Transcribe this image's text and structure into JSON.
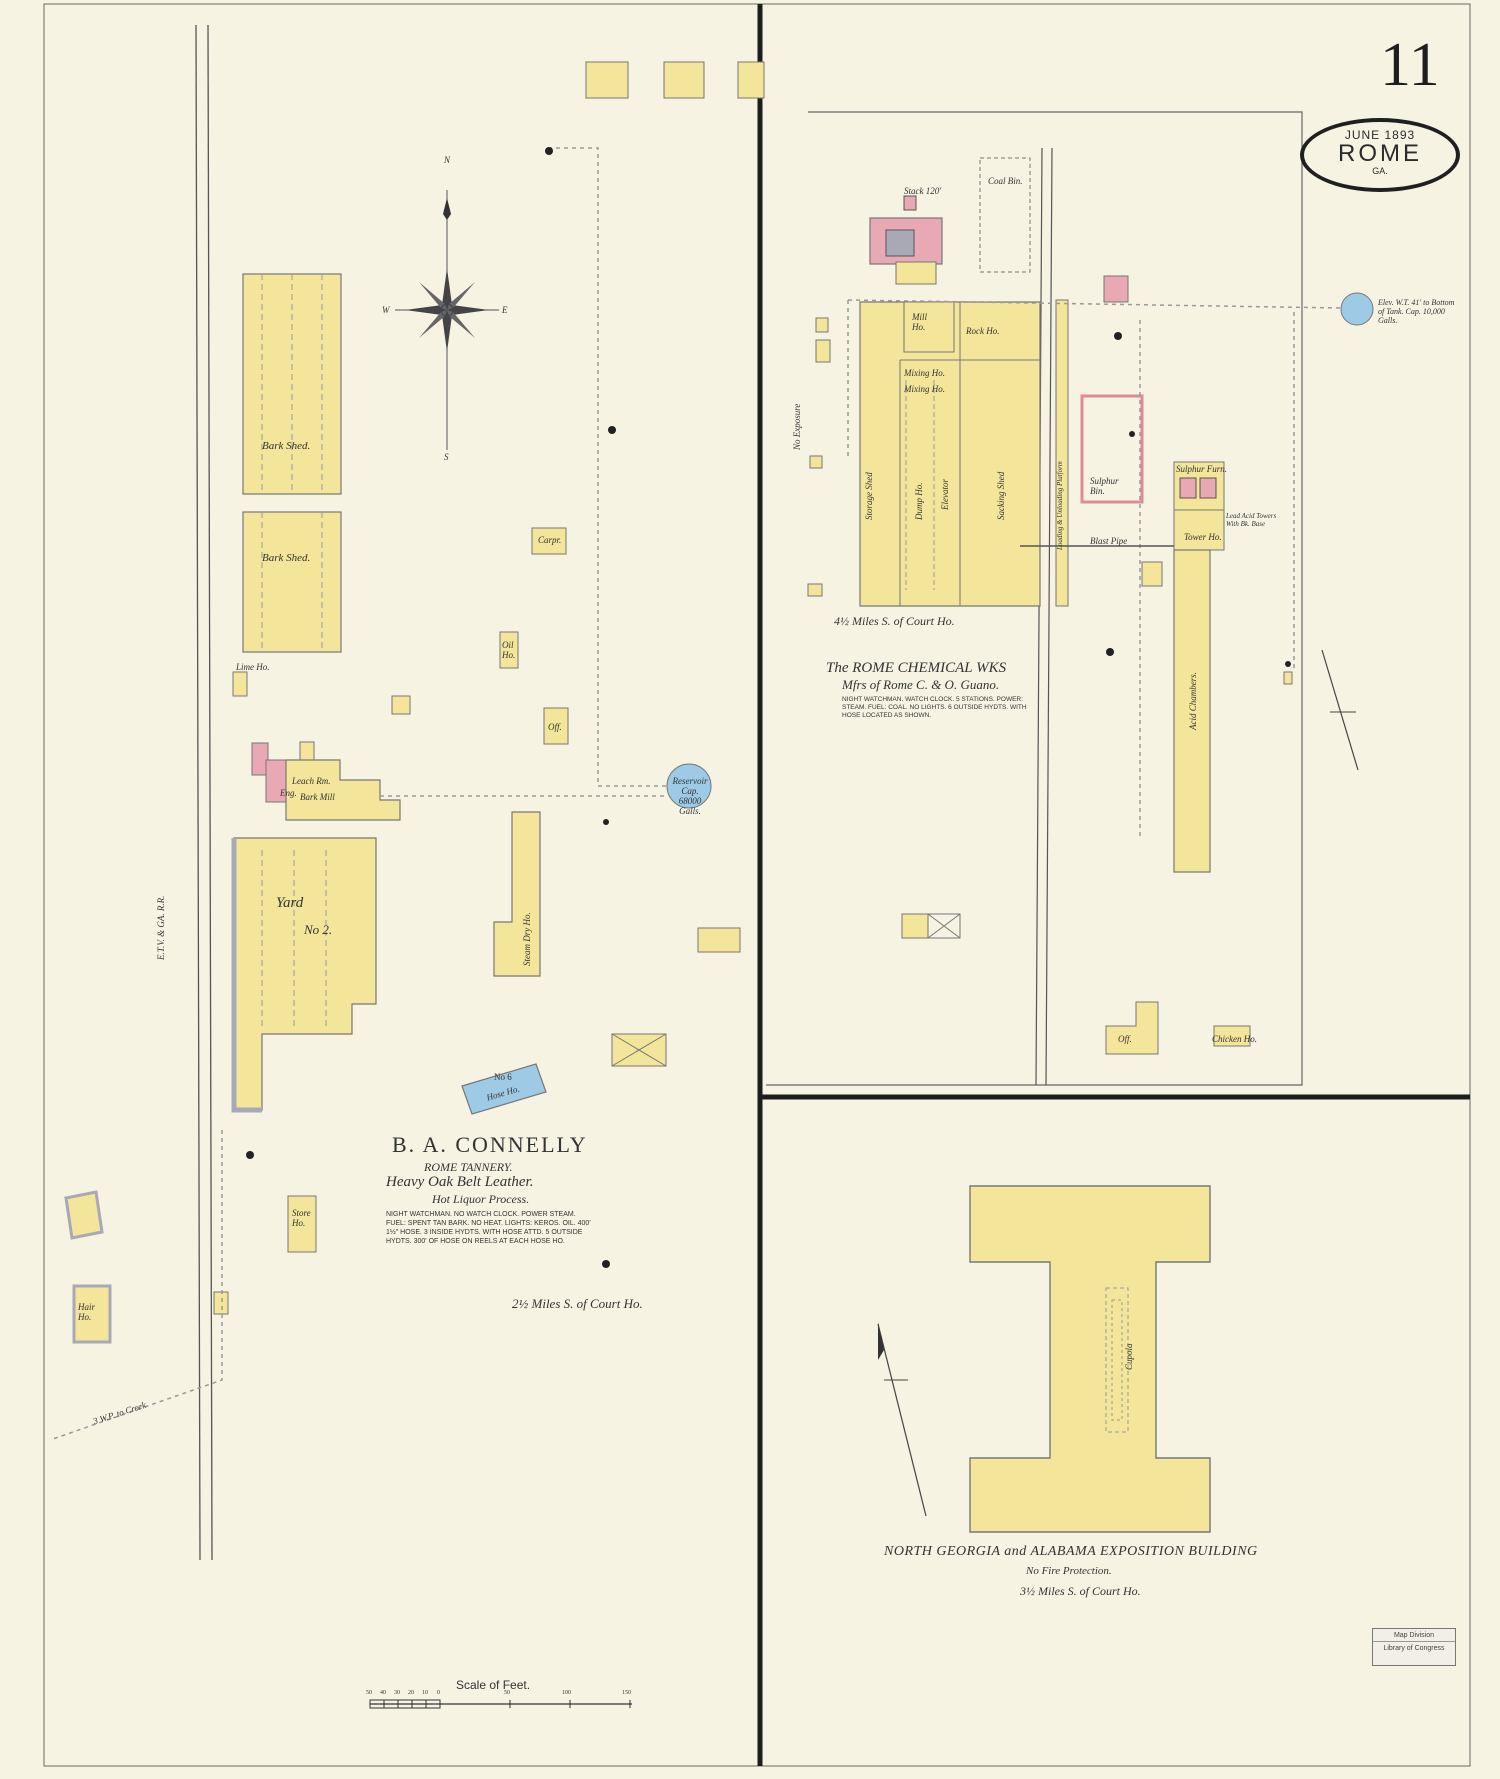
{
  "sheet": {
    "number": "11",
    "date": "JUNE 1893",
    "city": "ROME",
    "state": "GA."
  },
  "compass": {
    "n": "N",
    "s": "S",
    "e": "E",
    "w": "W"
  },
  "railroad": {
    "label": "E.T.V. & GA. R.R."
  },
  "tannery": {
    "name": "B. A. CONNELLY",
    "subtitle": "ROME TANNERY.",
    "product": "Heavy Oak Belt Leather.",
    "process": "Hot Liquor Process.",
    "notes": "NIGHT WATCHMAN. NO WATCH CLOCK. POWER STEAM. FUEL: SPENT TAN BARK. NO HEAT. LIGHTS: KEROS. OIL. 400' 1½\" HOSE. 3 INSIDE HYDTS. WITH HOSE ATTD. 5 OUTSIDE HYDTS. 300' OF HOSE ON REELS AT EACH HOSE HO.",
    "distance": "2½ Miles S. of Court Ho.",
    "buildings": {
      "bark_shed_1": "Bark Shed.",
      "bark_shed_2": "Bark Shed.",
      "yard": "Yard",
      "yard_no": "No 2.",
      "leach_rm": "Leach Rm.",
      "eng": "Eng.",
      "bark_mill": "Bark Mill",
      "steam_dry": "Steam Dry Ho.",
      "hose_ho": "Hose Ho.",
      "hose_no": "No 6",
      "store_ho": "Store Ho.",
      "carpr": "Carpr.",
      "oil_ho": "Oil Ho.",
      "off": "Off.",
      "lime_ho": "Lime Ho.",
      "reservoir": "Reservoir Cap. 68000 Galls.",
      "hair_ho": "Hair Ho."
    },
    "swp_creek": "3 W.P. to Creek"
  },
  "chemical": {
    "title": "The ROME CHEMICAL WKS",
    "subtitle": "Mfrs of Rome C. & O. Guano.",
    "notes": "NIGHT WATCHMAN. WATCH CLOCK. 5 STATIONS. POWER: STEAM. FUEL: COAL. NO LIGHTS. 6 OUTSIDE HYDTS. WITH HOSE LOCATED AS SHOWN.",
    "distance": "4½ Miles S. of Court Ho.",
    "no_exposure": "No Exposure",
    "buildings": {
      "coal_bin": "Coal Bin.",
      "stack": "Stack 120'",
      "rock_ho": "Rock Ho.",
      "mill_ho": "Mill Ho.",
      "mixing_1": "Mixing Ho.",
      "mixing_2": "Mixing Ho.",
      "storage_shed": "Storage Shed",
      "dump_ho": "Dump Ho.",
      "elevator": "Elevator",
      "sacking_shed": "Sacking Shed",
      "platform": "Loading & Unloading Platform",
      "sulphur_bin": "Sulphur Bin.",
      "sulphur_furn": "Sulphur Furn.",
      "lead_acid": "Lead Acid Towers With Bk. Base",
      "tower_ho": "Tower Ho.",
      "acid_chambers": "Acid Chambers.",
      "blast_pipe": "Blast Pipe",
      "elev_wt": "Elev. W.T. 41' to Bottom of Tank. Cap. 10,000 Galls.",
      "off": "Off.",
      "chicken_ho": "Chicken Ho."
    }
  },
  "exposition": {
    "title": "NORTH GEORGIA and ALABAMA EXPOSITION BUILDING",
    "note": "No Fire Protection.",
    "distance": "3½ Miles S. of Court Ho.",
    "cupola": "Cupola"
  },
  "scale": {
    "label": "Scale of Feet.",
    "ticks": [
      "50",
      "40",
      "30",
      "20",
      "10",
      "0",
      "50",
      "100",
      "150"
    ]
  },
  "stamp": {
    "line1": "Map Division",
    "line2": "Library of Congress"
  },
  "colors": {
    "frame": "#6a6a62",
    "wood": "#f3e69a",
    "brick": "#e9a9b4",
    "water": "#9dcbe6",
    "iron": "#a9a9b6",
    "paper": "#f6f3e3"
  }
}
